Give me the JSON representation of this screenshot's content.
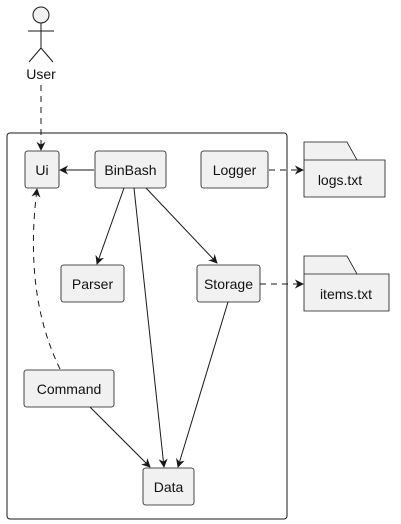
{
  "diagram": {
    "actor": {
      "label": "User"
    },
    "components": {
      "ui": "Ui",
      "binbash": "BinBash",
      "logger": "Logger",
      "parser": "Parser",
      "storage": "Storage",
      "command": "Command",
      "data": "Data"
    },
    "files": {
      "logs": "logs.txt",
      "items": "items.txt"
    },
    "relations": [
      {
        "from": "User",
        "to": "Ui",
        "style": "dashed"
      },
      {
        "from": "BinBash",
        "to": "Ui",
        "style": "solid"
      },
      {
        "from": "BinBash",
        "to": "Parser",
        "style": "solid"
      },
      {
        "from": "BinBash",
        "to": "Storage",
        "style": "solid"
      },
      {
        "from": "BinBash",
        "to": "Data",
        "style": "solid"
      },
      {
        "from": "Storage",
        "to": "Data",
        "style": "solid"
      },
      {
        "from": "Command",
        "to": "Data",
        "style": "solid"
      },
      {
        "from": "Command",
        "to": "Ui",
        "style": "dashed"
      },
      {
        "from": "Logger",
        "to": "logs.txt",
        "style": "dashed"
      },
      {
        "from": "Storage",
        "to": "items.txt",
        "style": "dashed"
      }
    ]
  }
}
